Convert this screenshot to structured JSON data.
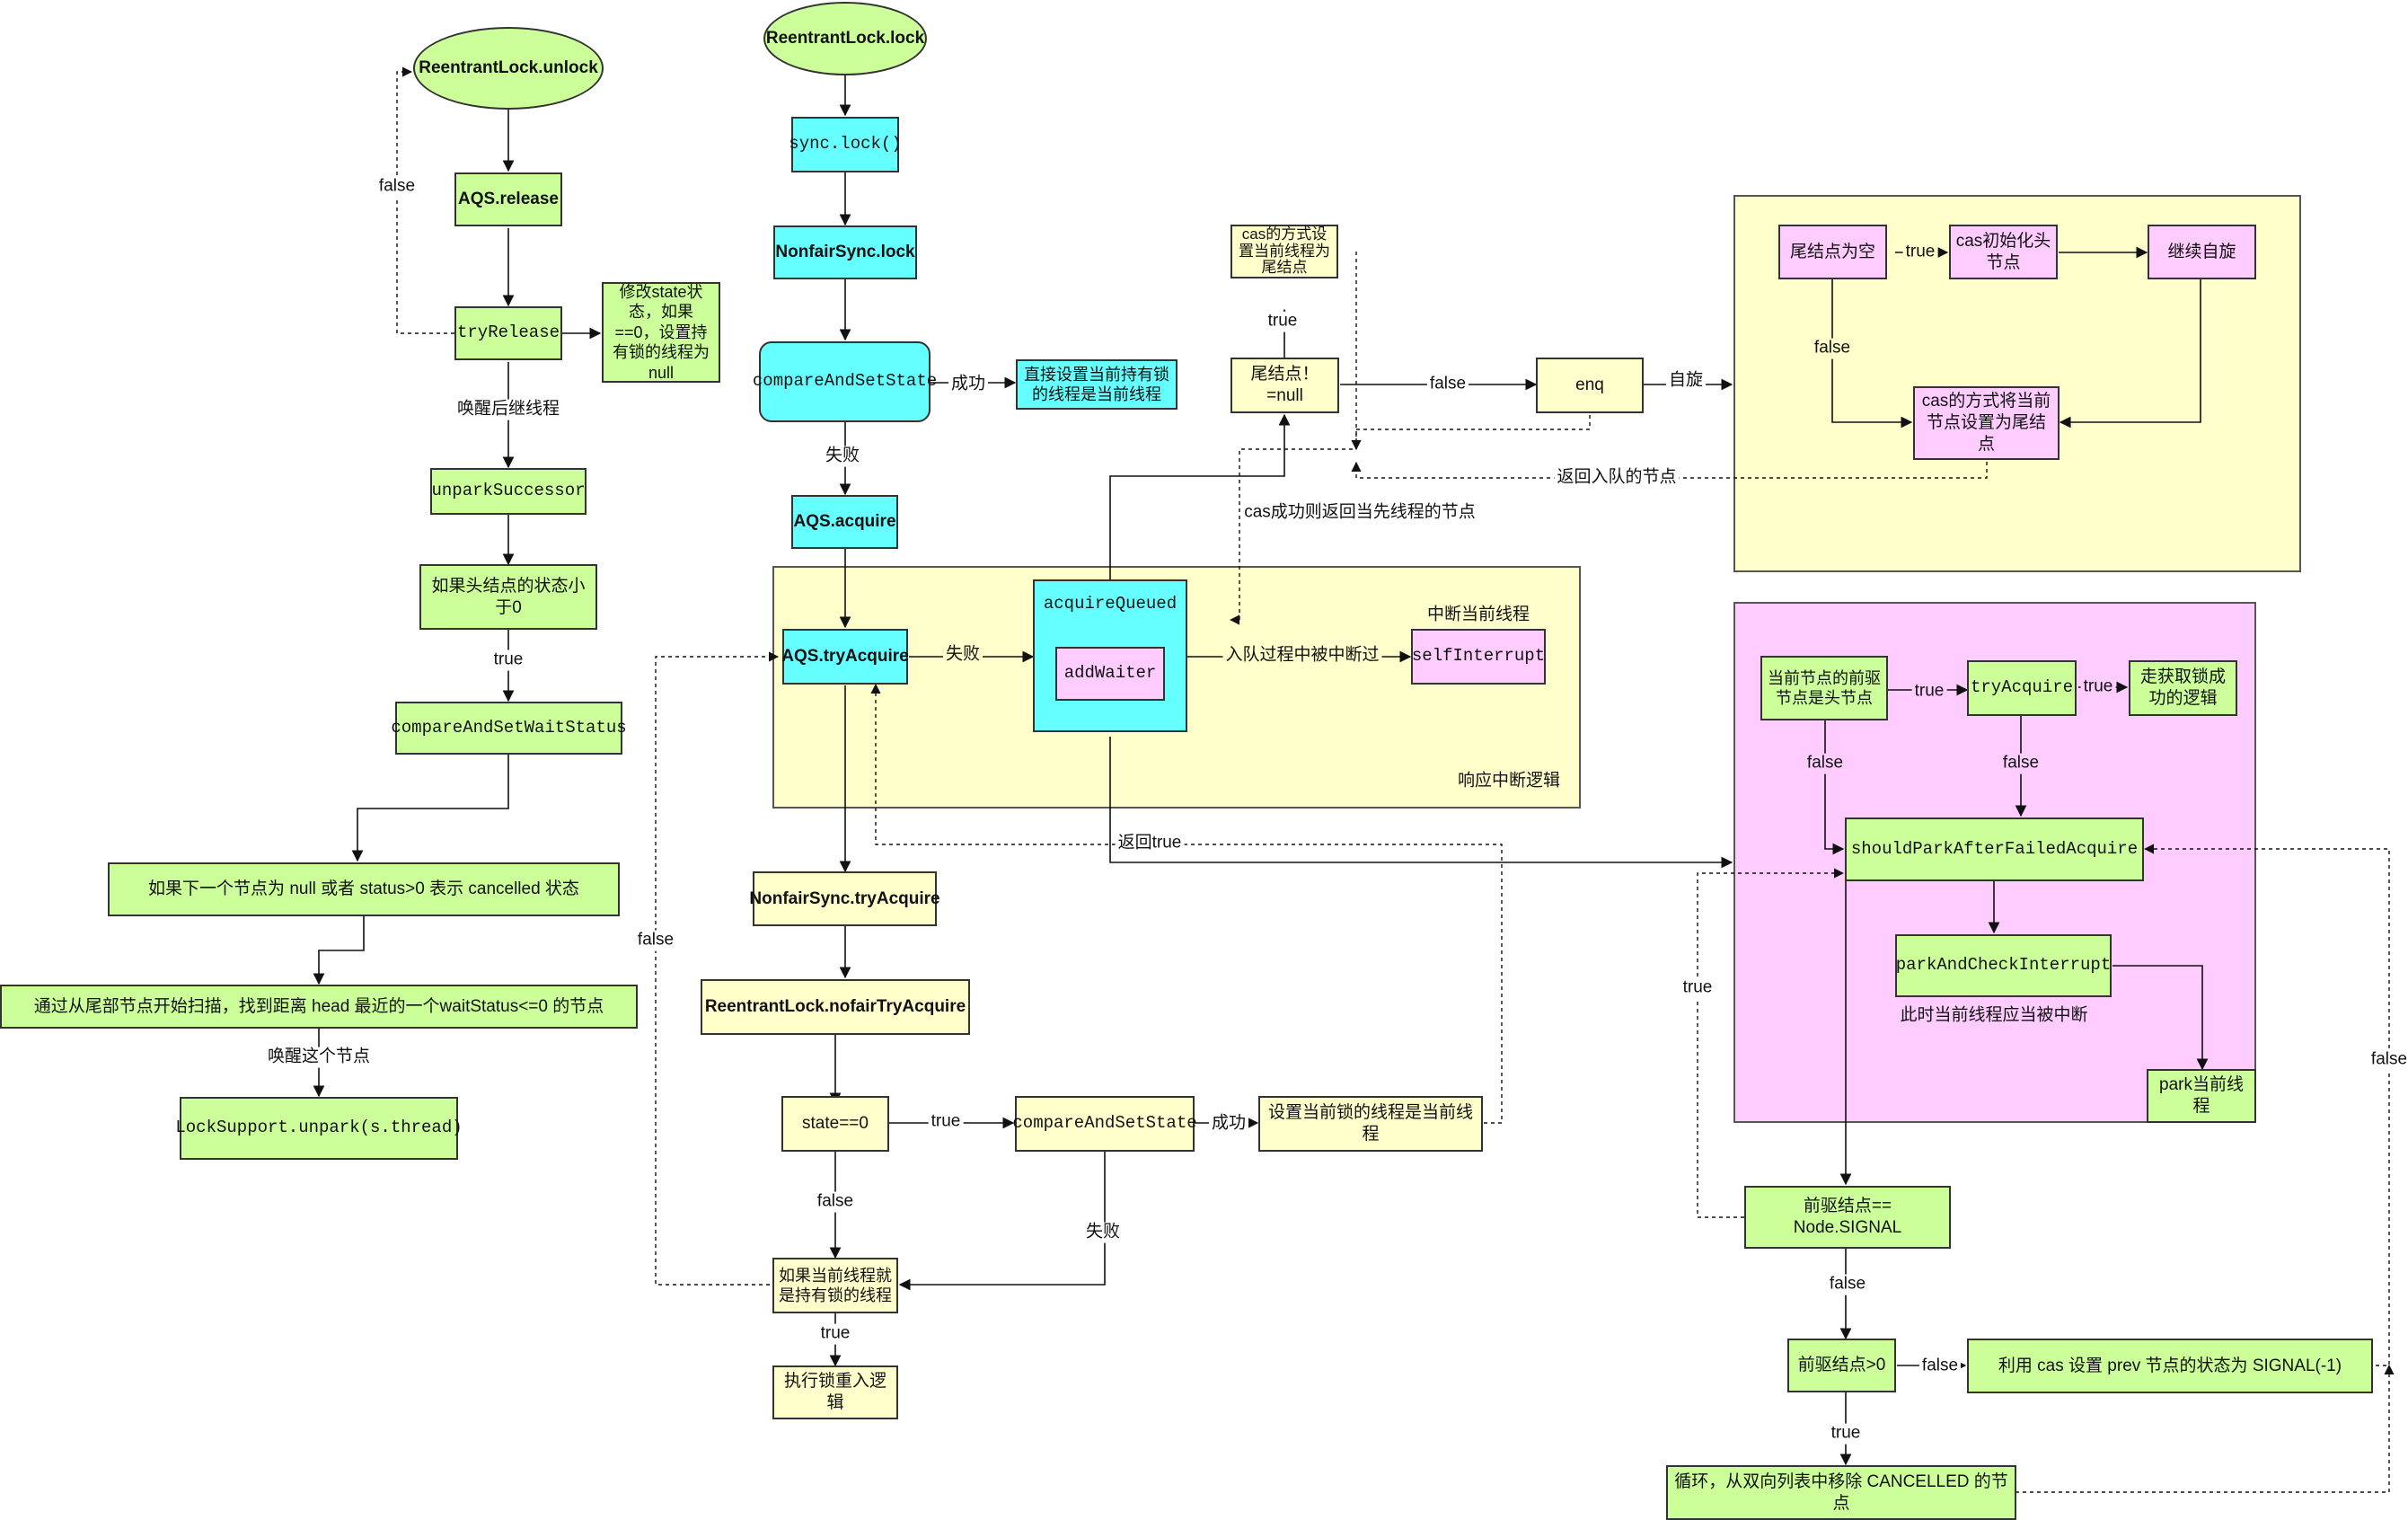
{
  "regions": {
    "interrupt_logic": "响应中断逻辑",
    "enq_region": "",
    "acquire_queued_region": ""
  },
  "nodes": {
    "unlock": "ReentrantLock.unlock",
    "aqs_release": "AQS.release",
    "try_release": "tryRelease",
    "modify_state": "修改state状态，如果==0，设置持有锁的线程为null",
    "unpark_successor": "unparkSuccessor",
    "head_status_lt0": "如果头结点的状态小于0",
    "cas_wait_status": "compareAndSetWaitStatus",
    "next_null_cancelled": "如果下一个节点为 null 或者 status>0 表示 cancelled 状态",
    "scan_from_tail": "通过从尾部节点开始扫描，找到距离 head 最近的一个waitStatus<=0 的节点",
    "lock_support_unpark": "LockSupport.unpark(s.thread)",
    "lock": "ReentrantLock.lock",
    "sync_lock": "sync.lock()",
    "nonfair_lock": "NonfairSync.lock",
    "cas_state_1": "compareAndSetState",
    "set_owner_direct": "直接设置当前持有锁的线程是当前线程",
    "aqs_acquire": "AQS.acquire",
    "aqs_try_acquire": "AQS.tryAcquire",
    "acquire_queued": "acquireQueued",
    "add_waiter": "addWaiter",
    "self_interrupt": "selfInterrupt",
    "nonfair_try_acquire": "NonfairSync.tryAcquire",
    "nofair_try_acquire": "ReentrantLock.nofairTryAcquire",
    "state_eq0": "state==0",
    "cas_state_2": "compareAndSetState",
    "set_owner": "设置当前锁的线程是当前线程",
    "is_owner": "如果当前线程就是持有锁的线程",
    "reentrant": "执行锁重入逻辑",
    "cas_set_tail": "cas的方式设置当前线程为尾结点",
    "tail_not_null": "尾结点！=null",
    "enq": "enq",
    "tail_is_null": "尾结点为空",
    "cas_init_head": "cas初始化头节点",
    "continue_spin": "继续自旋",
    "cas_tail_enq": "cas的方式将当前节点设置为尾结点",
    "prev_is_head": "当前节点的前驱节点是头节点",
    "try_acquire_q": "tryAcquire",
    "get_lock_success": "走获取锁成功的逻辑",
    "should_park": "shouldParkAfterFailedAcquire",
    "park_check": "parkAndCheckInterrupt",
    "park_thread": "park当前线程",
    "prev_signal": "前驱结点== Node.SIGNAL",
    "prev_gt0": "前驱结点>0",
    "cas_prev_signal": "利用 cas 设置 prev 节点的状态为 SIGNAL(-1)",
    "remove_cancelled": "循环，从双向列表中移除 CANCELLED 的节点"
  },
  "labels": {
    "false_release": "false",
    "wake_successor": "唤醒后继线程",
    "true_status": "true",
    "wake_node": "唤醒这个节点",
    "success_1": "成功",
    "fail_1": "失败",
    "fail_try": "失败",
    "interrupted_during_enq": "入队过程中被中断过",
    "interrupt_current": "中断当前线程",
    "return_true": "返回true",
    "false_left": "false",
    "true_state": "true",
    "success_2": "成功",
    "false_state": "false",
    "fail_cas2": "失败",
    "true_owner": "true",
    "true_tail": "true",
    "false_tail": "false",
    "spin": "自旋",
    "return_enq_node": "返回入队的节点",
    "cas_success_return": "cas成功则返回当先线程的节点",
    "true_init": "true",
    "false_init": "false",
    "true_head": "true",
    "true_try": "true",
    "false_head": "false",
    "false_try": "false",
    "should_interrupt": "此时当前线程应当被中断",
    "true_signal_loop": "true",
    "false_signal": "false",
    "false_gt0": "false",
    "true_gt0": "true",
    "false_right": "false"
  },
  "colors": {
    "green": "#ccff99",
    "cyan": "#66ffff",
    "yellow": "#ffffcc",
    "pink": "#ffccff"
  }
}
